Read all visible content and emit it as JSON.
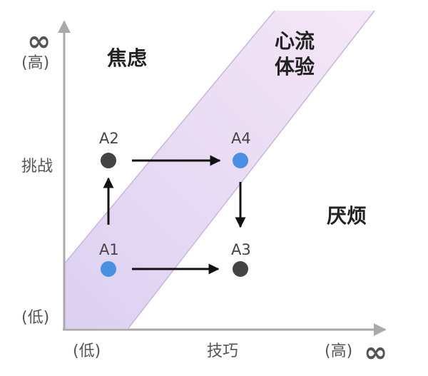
{
  "diagram": {
    "y_axis": {
      "infinity": "∞",
      "high": "(高)",
      "label": "挑战",
      "low": "(低)"
    },
    "x_axis": {
      "low": "(低)",
      "label": "技巧",
      "high": "(高)",
      "infinity": "∞"
    },
    "zones": {
      "anxiety": "焦虑",
      "flow_line1": "心流",
      "flow_line2": "体验",
      "boredom": "厌烦"
    },
    "points": [
      {
        "label": "A1",
        "color": "#4a90e2"
      },
      {
        "label": "A2",
        "color": "#444444"
      },
      {
        "label": "A3",
        "color": "#444444"
      },
      {
        "label": "A4",
        "color": "#4a90e2"
      }
    ],
    "colors": {
      "axis": "#aaaaaa",
      "arrow": "#111111",
      "flow_band": "#e3d3f0"
    }
  }
}
